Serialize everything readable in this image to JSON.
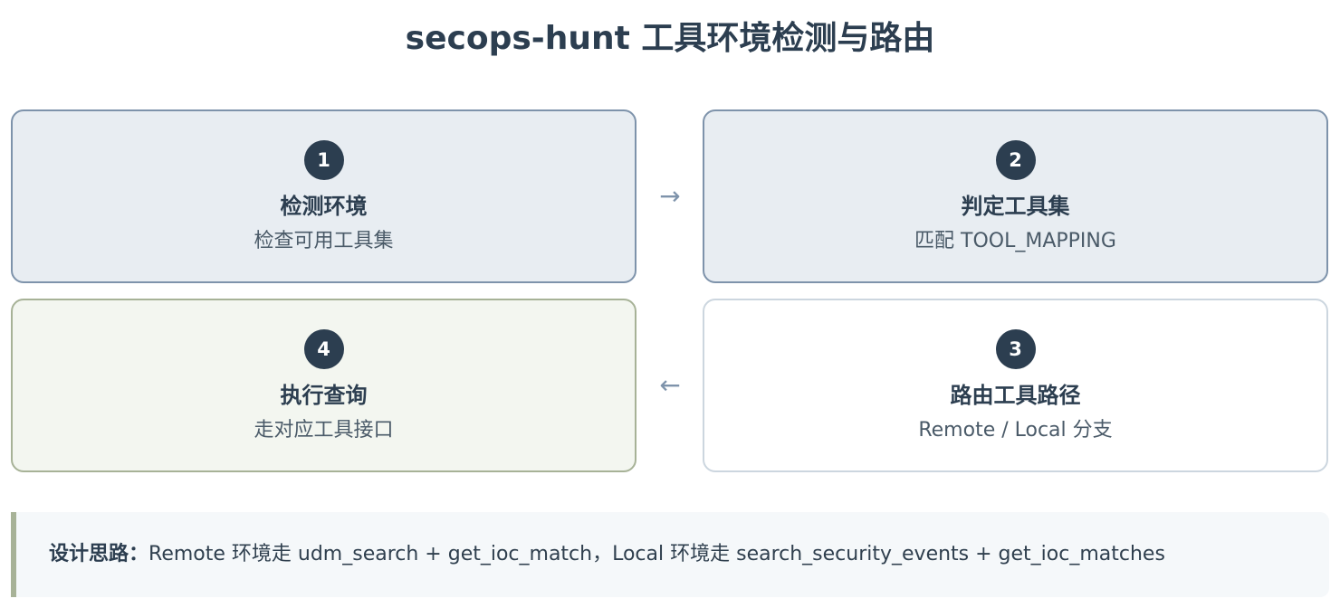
{
  "title": "secops-hunt 工具环境检测与路由",
  "steps": [
    {
      "number": "1",
      "title": "检测环境",
      "desc": "检查可用工具集"
    },
    {
      "number": "2",
      "title": "判定工具集",
      "desc": "匹配 TOOL_MAPPING"
    },
    {
      "number": "3",
      "title": "路由工具路径",
      "desc": "Remote / Local 分支"
    },
    {
      "number": "4",
      "title": "执行查询",
      "desc": "走对应工具接口"
    }
  ],
  "arrows": {
    "right": "→",
    "left": "←"
  },
  "note": {
    "label": "设计思路：",
    "text": "Remote 环境走 udm_search + get_ioc_match，Local 环境走 search_security_events + get_ioc_matches"
  },
  "colors": {
    "badge": "#2c3e50",
    "card_blue_bg": "#e8edf2",
    "card_blue_border": "#7e93ab",
    "card_white_border": "#ccd6df",
    "card_green_bg": "#f3f6f0",
    "card_green_border": "#a7b297"
  }
}
